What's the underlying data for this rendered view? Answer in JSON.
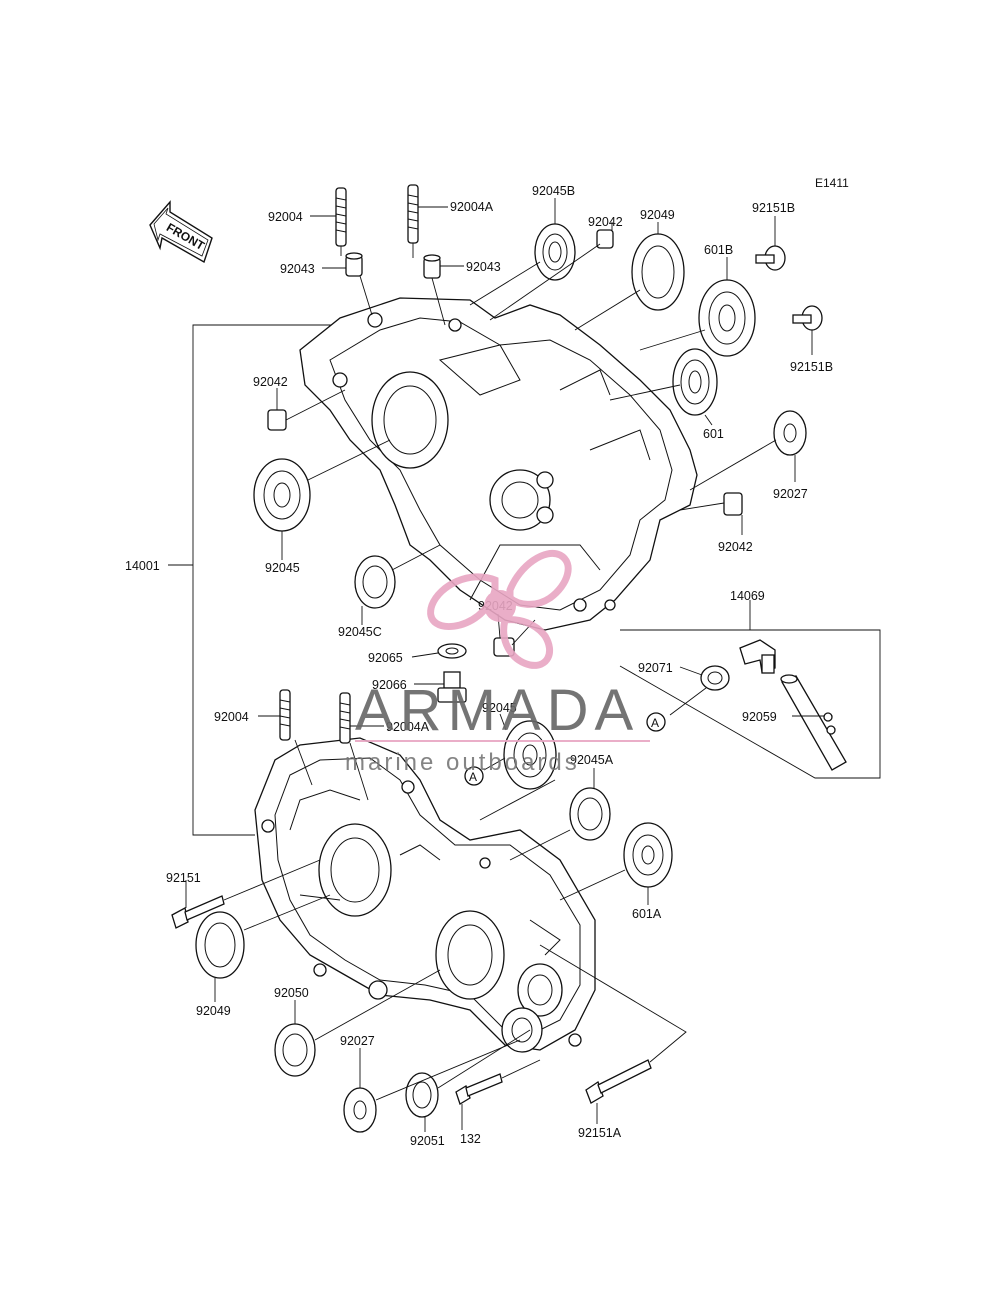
{
  "diagram_code": "E1411",
  "front_label": "FRONT",
  "callout_letter": "A",
  "labels": {
    "p14001": "14001",
    "p14069": "14069",
    "p92004_top": "92004",
    "p92004A_top": "92004A",
    "p92043_left": "92043",
    "p92043_right": "92043",
    "p92045B": "92045B",
    "p92042_top": "92042",
    "p92049_top": "92049",
    "p92151B_top": "92151B",
    "p601B": "601B",
    "p92151B_right": "92151B",
    "p92042_left": "92042",
    "p601": "601",
    "p92027_right": "92027",
    "p92045_left": "92045",
    "p92042_right": "92042",
    "p92045C": "92045C",
    "p92042_mid": "92042",
    "p92065": "92065",
    "p92066": "92066",
    "p92071": "92071",
    "p92059": "92059",
    "p92004_bottom": "92004",
    "p92004A_bottom": "92004A",
    "p92045_mid": "92045",
    "p92045A": "92045A",
    "p92151": "92151",
    "p601A": "601A",
    "p92049_bottom": "92049",
    "p92050": "92050",
    "p92027_bottom": "92027",
    "p92051": "92051",
    "p132": "132",
    "p92151A": "92151A"
  },
  "watermark": {
    "title": "ARMADA",
    "subtitle": "marine outboards",
    "accent_color": "#e8a6c3"
  },
  "colors": {
    "line": "#111111",
    "background": "#ffffff"
  }
}
